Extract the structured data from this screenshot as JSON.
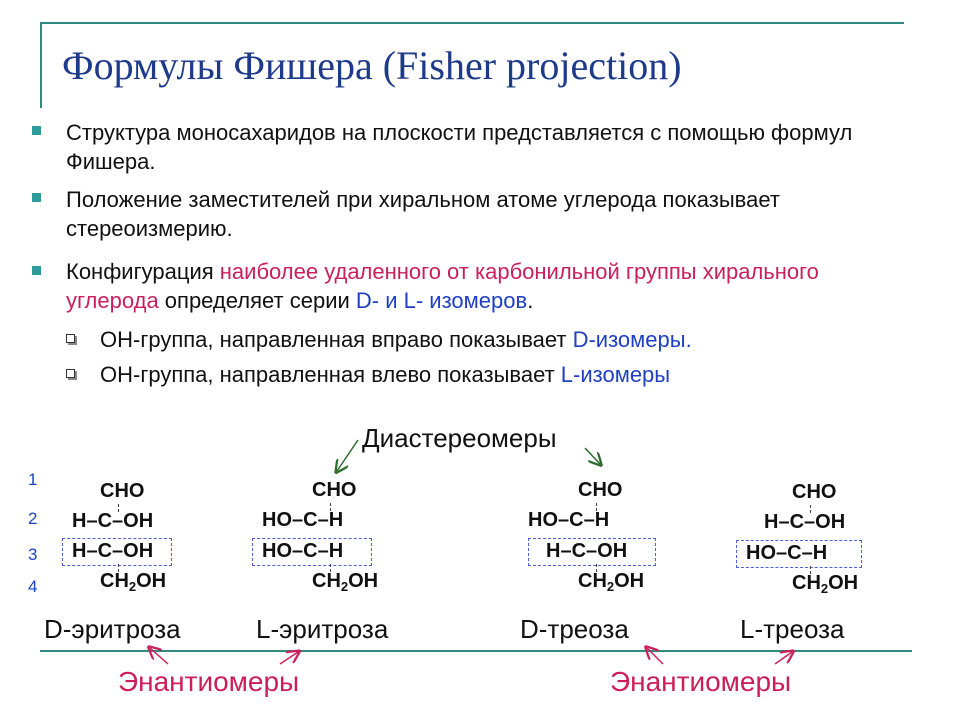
{
  "title": "Формулы Фишера (Fisher projection)",
  "bullets": {
    "b1": "Структура моносахаридов на плоскости представляется с помощью формул Фишера.",
    "b2": "Положение заместителей при хиральном атоме углерода показывает стереоизмерию.",
    "b3_part1": "Конфигурация ",
    "b3_red": "наиболее удаленного от карбонильной группы хирального углерода",
    "b3_part2": " определяет серии ",
    "b3_blue": "D- и L- изомеров",
    "b3_end": ".",
    "s1_text": "ОН-группа, направленная вправо показывает ",
    "s1_blue": "D-изомеры.",
    "s2_text": "ОН-группа, направленная влево показывает ",
    "s2_blue": "L-изомеры"
  },
  "diastereomers_label": "Диастереомеры",
  "row_numbers": [
    "1",
    "2",
    "3",
    "4"
  ],
  "molecules": {
    "d_erythrose": {
      "top": "CHO",
      "row1": "H–C–OH",
      "row2": "H–C–OH",
      "bottom_pre": "CH",
      "bottom_sub": "2",
      "bottom_post": "OH",
      "name": "D-эритроза"
    },
    "l_erythrose": {
      "top": "CHO",
      "row1": "HO–C–H",
      "row2": "HO–C–H",
      "bottom_pre": "CH",
      "bottom_sub": "2",
      "bottom_post": "OH",
      "name": "L-эритроза"
    },
    "d_threose": {
      "top": "CHO",
      "row1": "HO–C–H",
      "row2": "H–C–OH",
      "bottom_pre": "CH",
      "bottom_sub": "2",
      "bottom_post": "OH",
      "name": "D-треоза"
    },
    "l_threose": {
      "top": "CHO",
      "row1": "H–C–OH",
      "row2": "HO–C–H",
      "bottom_pre": "CH",
      "bottom_sub": "2",
      "bottom_post": "OH",
      "name": "L-треоза"
    }
  },
  "enantiomers_label_left": "Энантиомеры",
  "enantiomers_label_right": "Энантиомеры",
  "colors": {
    "title": "#1e3a8a",
    "accent_line": "#2e8b7f",
    "highlight_red": "#cc1f5a",
    "highlight_blue": "#1f3fc4",
    "arrow": "#2e6b2e"
  }
}
